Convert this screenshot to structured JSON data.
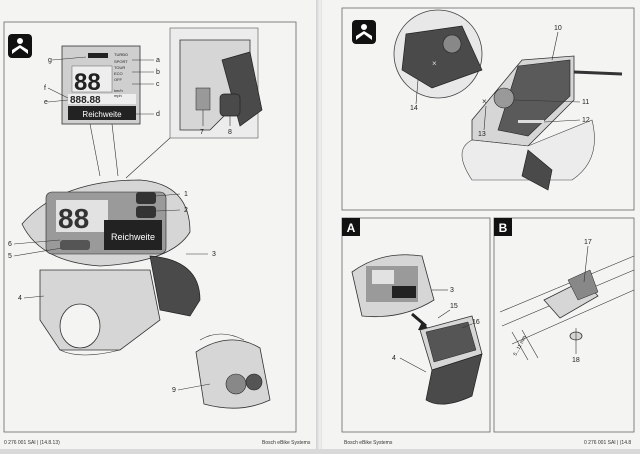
{
  "display": {
    "seg_digits": "88",
    "seg_row": "888.88",
    "display_text": "Reichweite",
    "mode_labels": [
      "TURBO",
      "SPORT",
      "TOUR",
      "ECO",
      "OFF"
    ],
    "unit_labels": [
      "km/h",
      "mph"
    ]
  },
  "left_page": {
    "callouts_letters": [
      "g",
      "a",
      "b",
      "c",
      "f",
      "e",
      "d"
    ],
    "callouts_numbers": [
      "1",
      "2",
      "3",
      "4",
      "5",
      "6",
      "7",
      "8",
      "9"
    ],
    "footer_left": "0 276 001 SAI | (14.8.13)",
    "footer_right": "Bosch eBike Systems"
  },
  "right_page": {
    "callouts_top": [
      "10",
      "11",
      "12",
      "13",
      "14"
    ],
    "panel_a_label": "A",
    "panel_b_label": "B",
    "panel_a_callouts": [
      "3",
      "15",
      "16",
      "4"
    ],
    "panel_b_callouts": [
      "17",
      "18"
    ],
    "measure_label": "5...11 mm",
    "footer_left": "Bosch eBike Systems",
    "footer_right": "0 276 001 SAI | (14.8"
  },
  "icons": [
    "read-manual-icon"
  ]
}
